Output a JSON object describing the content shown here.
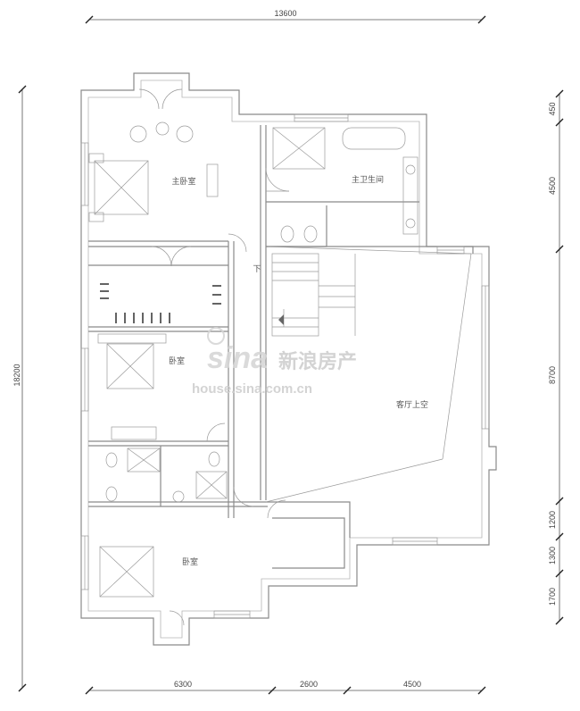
{
  "dimensions": {
    "top": "13600",
    "left": "18200",
    "bottom": [
      "6300",
      "2600",
      "4500"
    ],
    "right": [
      "450",
      "4500",
      "8700",
      "1200",
      "1300",
      "1700"
    ]
  },
  "rooms": {
    "master_bedroom": "主卧室",
    "master_bath": "主卫生间",
    "bedroom_middle": "卧室",
    "bedroom_bottom": "卧室",
    "living_void": "客厅上空",
    "stair_down": "下"
  },
  "watermark": {
    "logo_latin": "sina",
    "logo_cn": "新浪房产",
    "url": "house.sina.com.cn"
  }
}
